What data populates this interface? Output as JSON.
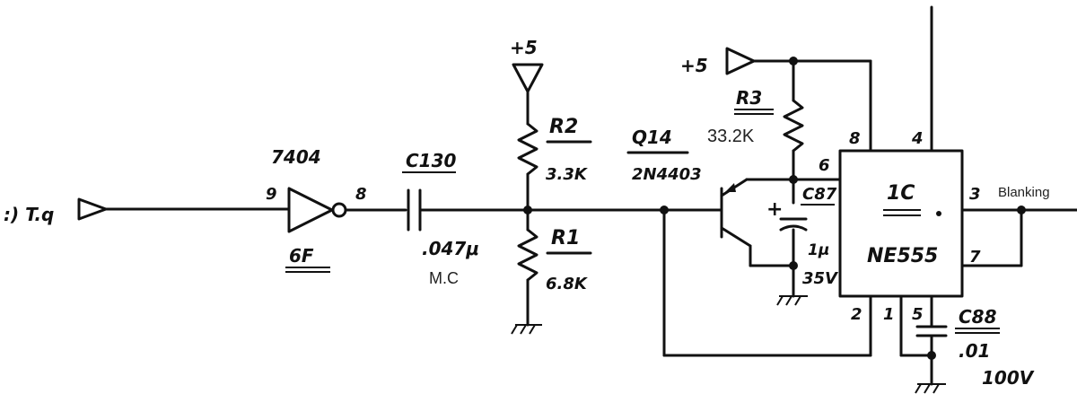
{
  "labels": {
    "input_signal": ":) T.q",
    "inverter_part": "7404",
    "inverter_pin_in": "9",
    "inverter_pin_out": "8",
    "inverter_ref": "6F",
    "c130_ref": "C130",
    "c130_value": ".047μ",
    "c130_type": "M.C",
    "supply_left": "+5",
    "r2_ref": "R2",
    "r2_value": "3.3K",
    "r1_ref": "R1",
    "r1_value": "6.8K",
    "q14_ref": "Q14",
    "q14_part": "2N4403",
    "supply_right": "+5",
    "r3_ref": "R3",
    "r3_value": "33.2K",
    "c87_ref": "C87",
    "c87_value": "1μ",
    "c87_voltage": "35V",
    "ic_ref": "1C",
    "ic_part": "NE555",
    "ic_pin_8": "8",
    "ic_pin_4": "4",
    "ic_pin_6": "6",
    "ic_pin_3": "3",
    "ic_pin_7": "7",
    "ic_pin_2": "2",
    "ic_pin_1": "1",
    "ic_pin_5": "5",
    "c88_ref": "C88",
    "c88_value": ".01",
    "c88_voltage": "100V",
    "output_label": "Blanking",
    "plus_sign": "+"
  }
}
